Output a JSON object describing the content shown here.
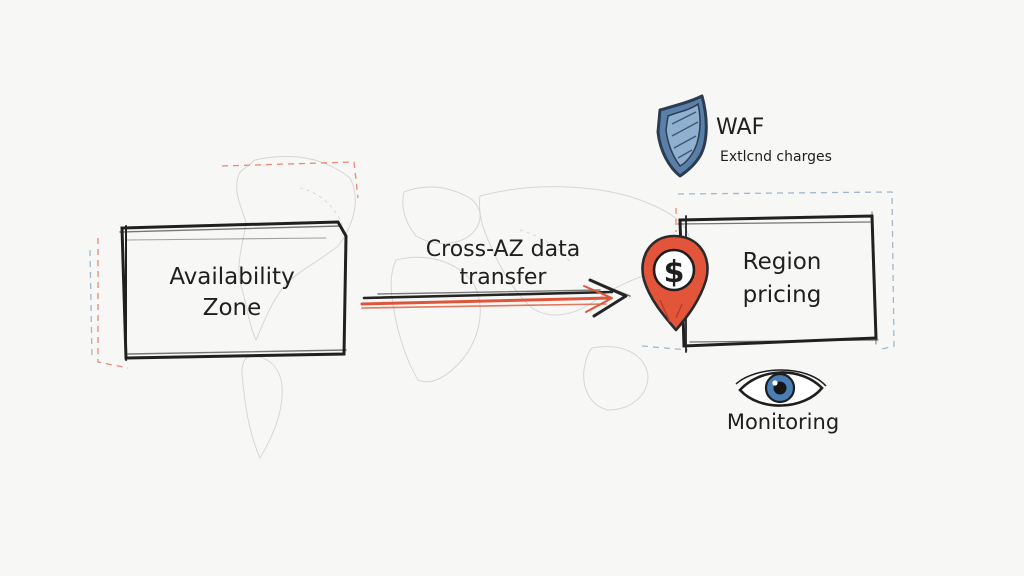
{
  "nodes": {
    "availability_zone": {
      "line1": "Availability",
      "line2": "Zone"
    },
    "region_pricing": {
      "line1": "Region",
      "line2": "pricing"
    }
  },
  "edge": {
    "label_line1": "Cross-AZ data",
    "label_line2": "transfer",
    "color": "#e0553a"
  },
  "waf": {
    "title": "WAF",
    "subtitle": "Extlcnd charges",
    "shield_color": "#5a7fa8"
  },
  "pin": {
    "symbol": "$",
    "color": "#e3553a"
  },
  "monitoring": {
    "label": "Monitoring",
    "eye_color": "#4a7fb6"
  }
}
